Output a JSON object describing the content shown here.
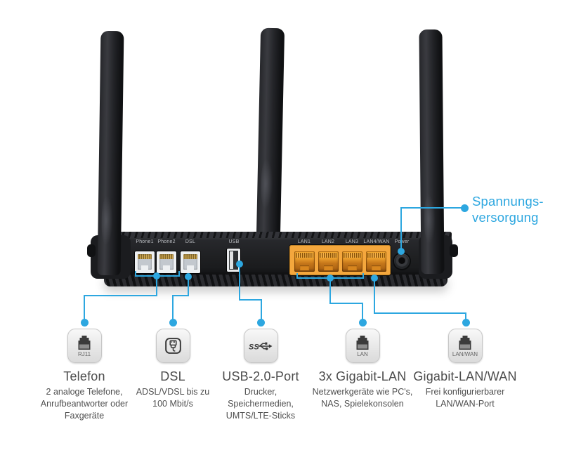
{
  "colors": {
    "annotation_blue": "#2da7e0",
    "plate_orange": "#f4a73d"
  },
  "power_callout": {
    "line1": "Spannungs-",
    "line2": "versorgung"
  },
  "router_ports": {
    "phone1": "Phone1",
    "phone2": "Phone2",
    "dsl": "DSL",
    "usb": "USB",
    "lan1": "LAN1",
    "lan2": "LAN2",
    "lan3": "LAN3",
    "lan4": "LAN4/WAN",
    "power": "Power"
  },
  "usb_icon_text": "SS",
  "legend": {
    "items": [
      {
        "badge_caption": "RJ11",
        "title": "Telefon",
        "line1": "2 analoge Telefone,",
        "line2": "Anrufbeantworter oder",
        "line3": "Faxgeräte"
      },
      {
        "badge_caption": "",
        "title": "DSL",
        "line1": "ADSL/VDSL bis zu",
        "line2": "100 Mbit/s",
        "line3": ""
      },
      {
        "badge_caption": "",
        "title": "USB-2.0-Port",
        "line1": "Drucker,",
        "line2": "Speichermedien,",
        "line3": "UMTS/LTE-Sticks"
      },
      {
        "badge_caption": "LAN",
        "title": "3x Gigabit-LAN",
        "line1": "Netzwerkgeräte wie PC's,",
        "line2": "NAS, Spielekonsolen",
        "line3": ""
      },
      {
        "badge_caption": "LAN/WAN",
        "title": "Gigabit-LAN/WAN",
        "line1": "Frei konfigurierbarer",
        "line2": "LAN/WAN-Port",
        "line3": ""
      }
    ]
  }
}
